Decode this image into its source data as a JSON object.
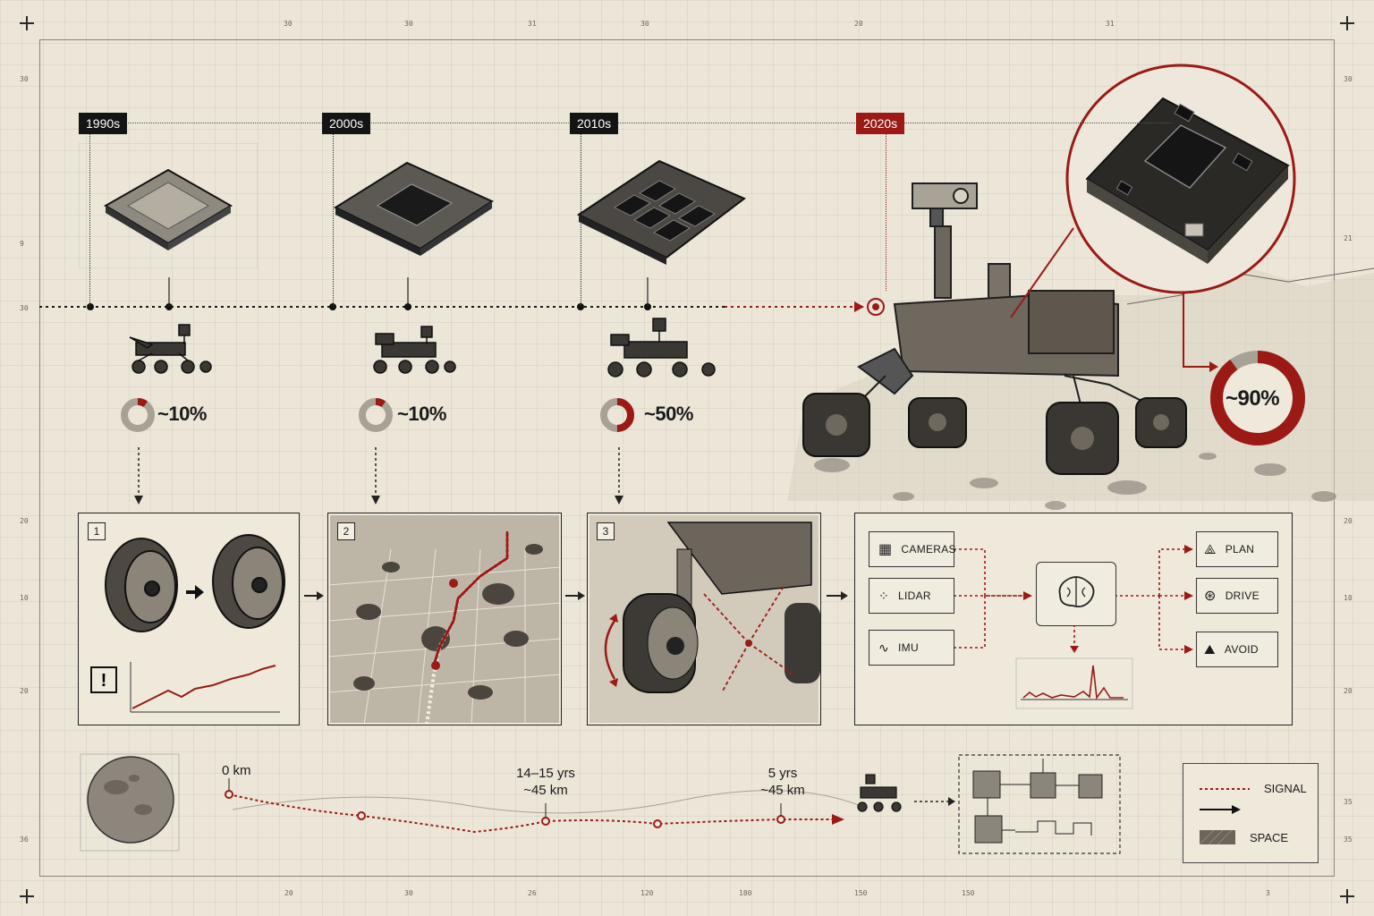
{
  "eras": [
    {
      "label": "1990s",
      "autonomy": "~10%",
      "autonomy_fraction": 0.1,
      "accent": false
    },
    {
      "label": "2000s",
      "autonomy": "~10%",
      "autonomy_fraction": 0.1,
      "accent": false
    },
    {
      "label": "2010s",
      "autonomy": "~50%",
      "autonomy_fraction": 0.5,
      "accent": false
    },
    {
      "label": "2020s",
      "autonomy": "~90%",
      "autonomy_fraction": 0.9,
      "accent": true
    }
  ],
  "panels": [
    {
      "number": "1"
    },
    {
      "number": "2"
    },
    {
      "number": "3"
    }
  ],
  "pipeline": {
    "sensors": [
      "CAMERAS",
      "LIDAR",
      "IMU"
    ],
    "actions": [
      "PLAN",
      "DRIVE",
      "AVOID"
    ]
  },
  "route": {
    "start": "0 km",
    "mid": [
      "14–15 yrs",
      "~45 km"
    ],
    "end": [
      "5 yrs",
      "~45 km"
    ]
  },
  "legend": {
    "signal": "SIGNAL",
    "space": "SPACE"
  },
  "colors": {
    "accent": "#9b1a16",
    "ink": "#1a1a1a",
    "paper": "#ece6d9"
  }
}
